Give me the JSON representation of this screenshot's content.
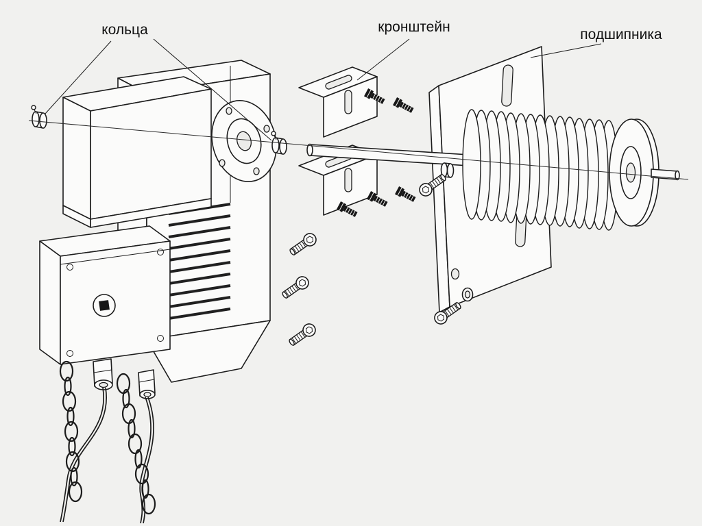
{
  "page": {
    "background": "#f1f1ef",
    "line_color": "#1c1c1c"
  },
  "labels": {
    "rings": "кольца",
    "bracket": "кронштейн",
    "bearing": "подшипника"
  }
}
